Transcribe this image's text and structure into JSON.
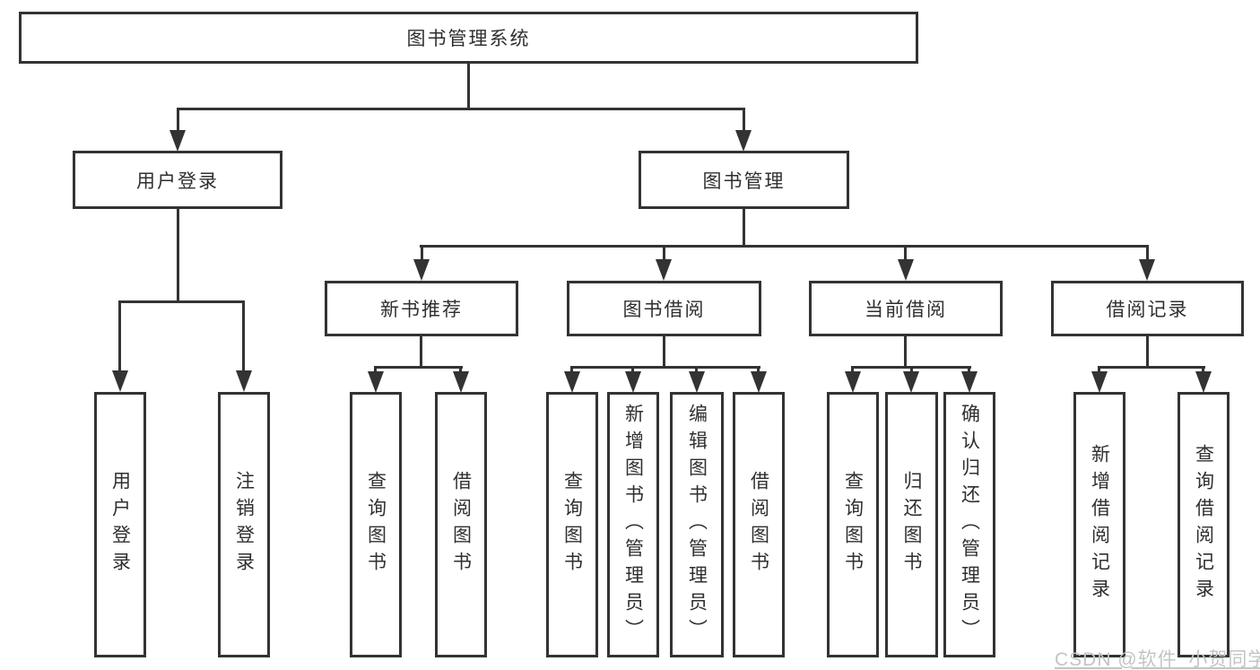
{
  "diagram": {
    "root": "图书管理系统",
    "level2": [
      {
        "label": "用户登录"
      },
      {
        "label": "图书管理"
      }
    ],
    "level3": [
      {
        "label": "新书推荐"
      },
      {
        "label": "图书借阅"
      },
      {
        "label": "当前借阅"
      },
      {
        "label": "借阅记录"
      }
    ],
    "leaves": {
      "user_login": [
        "用户登录",
        "注销登录"
      ],
      "new_book": [
        "查询图书",
        "借阅图书"
      ],
      "book_borrow": [
        "查询图书",
        "新增图书（管理员）",
        "编辑图书（管理员）",
        "借阅图书"
      ],
      "current_borrow": [
        "查询图书",
        "归还图书",
        "确认归还（管理员）"
      ],
      "borrow_record": [
        "新增借阅记录",
        "查询借阅记录"
      ]
    }
  },
  "watermark": "CSDN @软件_小贺同学",
  "colors": {
    "line": "#333333",
    "text": "#2f2f2f",
    "watermark": "#c4c4c4",
    "background": "#ffffff"
  }
}
